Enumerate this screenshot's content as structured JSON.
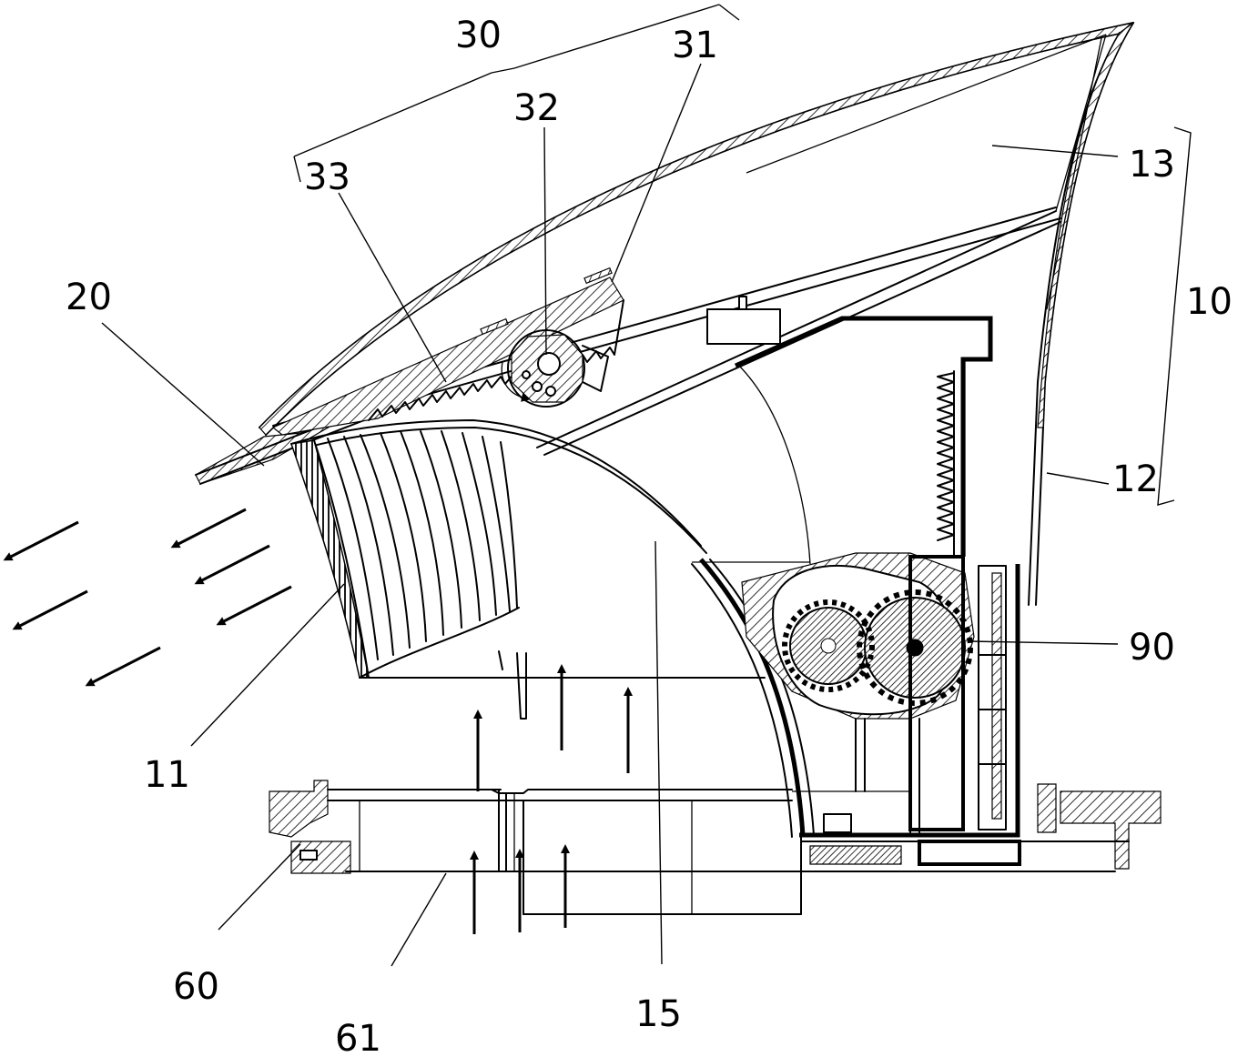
{
  "labels": {
    "l10": "10",
    "l11": "11",
    "l12": "12",
    "l13": "13",
    "l15": "15",
    "l20": "20",
    "l30": "30",
    "l31": "31",
    "l32": "32",
    "l33": "33",
    "l60": "60",
    "l61": "61",
    "l90": "90"
  }
}
